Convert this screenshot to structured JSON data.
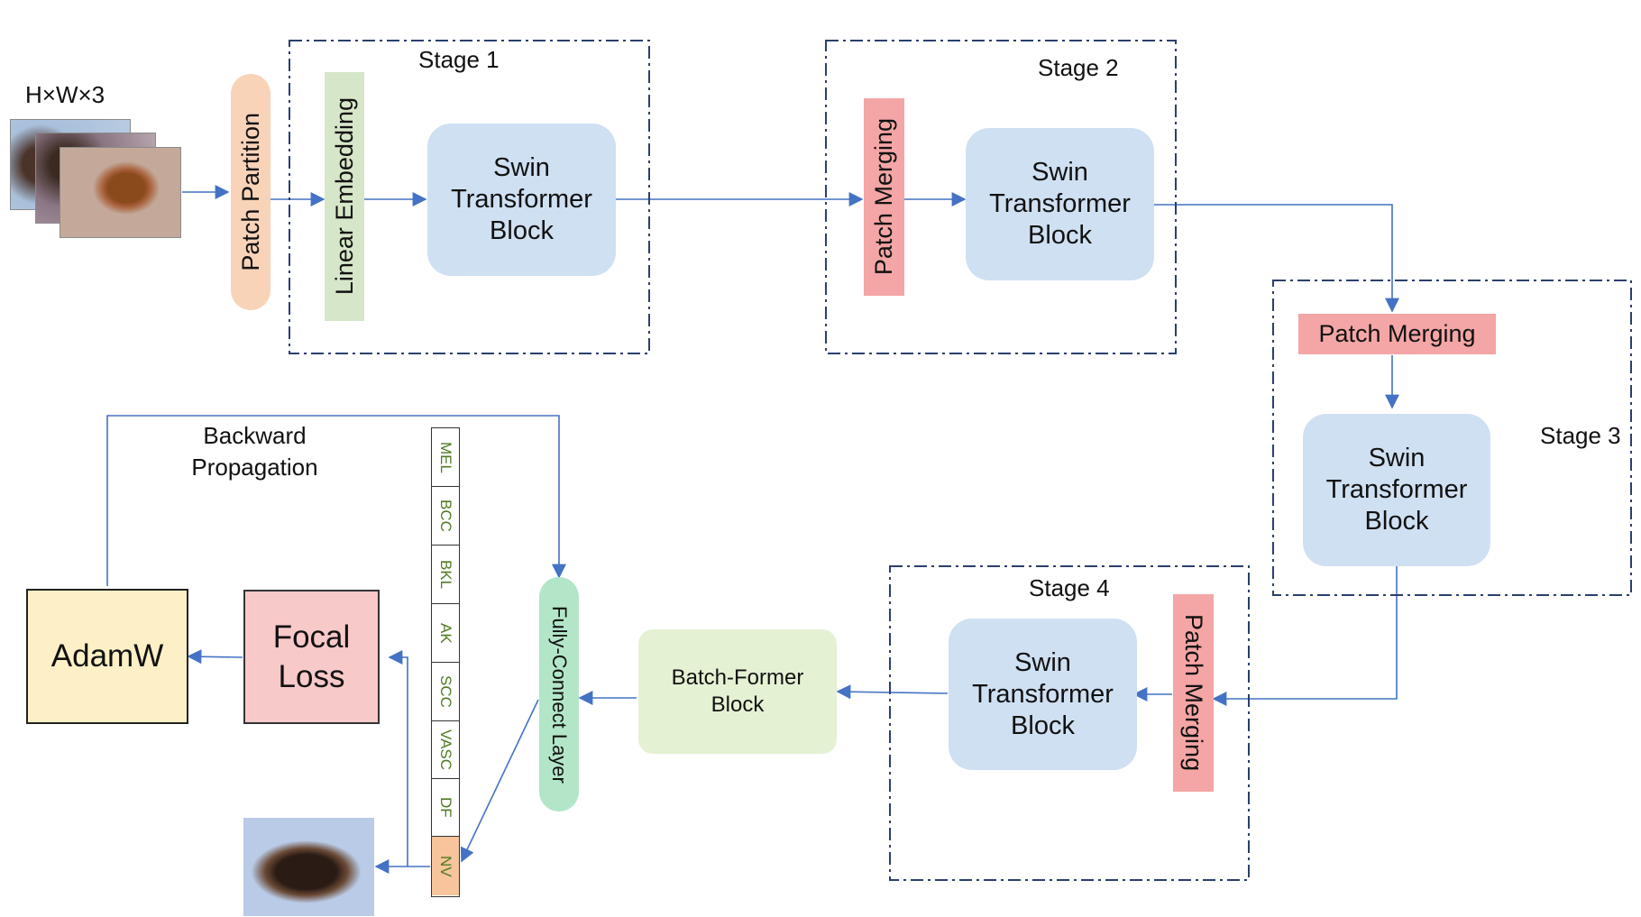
{
  "input": {
    "shape_label": "H×W×3"
  },
  "patch_partition": {
    "label": "Patch Partition"
  },
  "linear_embedding": {
    "label": "Linear Embedding"
  },
  "stages": [
    {
      "title": "Stage 1",
      "block": "Swin\nTransformer\nBlock"
    },
    {
      "title": "Stage 2",
      "merge": "Patch Merging",
      "block": "Swin\nTransformer\nBlock"
    },
    {
      "title": "Stage 3",
      "merge": "Patch Merging",
      "block": "Swin\nTransformer\nBlock"
    },
    {
      "title": "Stage 4",
      "merge": "Patch Merging",
      "block": "Swin\nTransformer\nBlock"
    }
  ],
  "batch_former": {
    "label": "Batch-Former\nBlock"
  },
  "fc_layer": {
    "label": "Fully-Connect Layer"
  },
  "classes": [
    "MEL",
    "BCC",
    "BKL",
    "AK",
    "SCC",
    "VASC",
    "DF",
    "NV"
  ],
  "focal_loss": {
    "label": "Focal\nLoss"
  },
  "optimizer": {
    "label": "AdamW"
  },
  "backprop": {
    "label": "Backward\nPropagation"
  },
  "colors": {
    "arrow": "#4472c4",
    "swin_block": "#cfe0f2",
    "patch_partition": "#f8d3b8",
    "linear_embedding": "#d6e6c8",
    "patch_merging": "#f4a5a5",
    "batch_former": "#e4f1d3",
    "fc_layer": "#b3e6c9",
    "focal_loss": "#f8c9c9",
    "adamw": "#fdf0c6",
    "nv_highlight": "#f7c49c"
  }
}
